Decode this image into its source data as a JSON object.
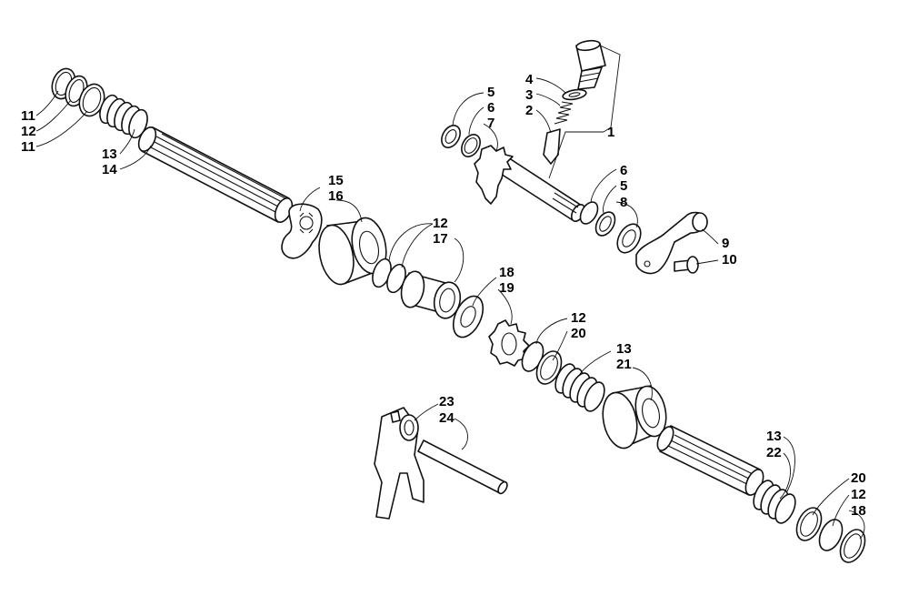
{
  "callouts": [
    {
      "id": "c1",
      "text": "11"
    },
    {
      "id": "c2",
      "text": "12"
    },
    {
      "id": "c3",
      "text": "11"
    },
    {
      "id": "c4",
      "text": "13"
    },
    {
      "id": "c5",
      "text": "14"
    },
    {
      "id": "c6",
      "text": "15"
    },
    {
      "id": "c7",
      "text": "16"
    },
    {
      "id": "c8",
      "text": "12"
    },
    {
      "id": "c9",
      "text": "17"
    },
    {
      "id": "c10",
      "text": "18"
    },
    {
      "id": "c11",
      "text": "19"
    },
    {
      "id": "c12",
      "text": "12"
    },
    {
      "id": "c13",
      "text": "20"
    },
    {
      "id": "c14",
      "text": "13"
    },
    {
      "id": "c15",
      "text": "21"
    },
    {
      "id": "c16",
      "text": "23"
    },
    {
      "id": "c17",
      "text": "24"
    },
    {
      "id": "c18",
      "text": "13"
    },
    {
      "id": "c19",
      "text": "22"
    },
    {
      "id": "c20",
      "text": "20"
    },
    {
      "id": "c21",
      "text": "12"
    },
    {
      "id": "c22",
      "text": "18"
    },
    {
      "id": "c23",
      "text": "5"
    },
    {
      "id": "c24",
      "text": "6"
    },
    {
      "id": "c25",
      "text": "7"
    },
    {
      "id": "c26",
      "text": "4"
    },
    {
      "id": "c27",
      "text": "3"
    },
    {
      "id": "c28",
      "text": "2"
    },
    {
      "id": "c29",
      "text": "1"
    },
    {
      "id": "c30",
      "text": "6"
    },
    {
      "id": "c31",
      "text": "5"
    },
    {
      "id": "c32",
      "text": "8"
    },
    {
      "id": "c33",
      "text": "9"
    },
    {
      "id": "c34",
      "text": "10"
    }
  ]
}
